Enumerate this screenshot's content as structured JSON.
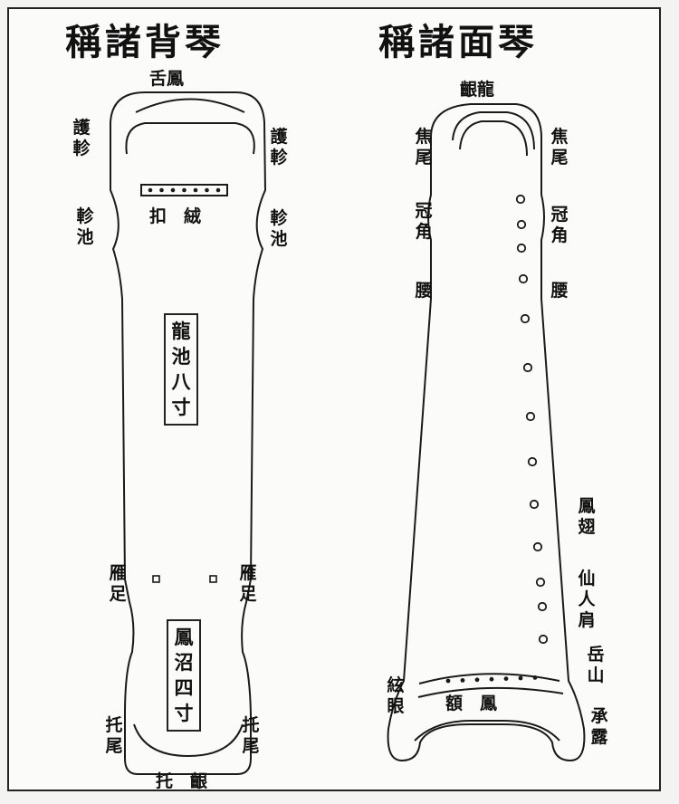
{
  "back": {
    "title": "稱諸背琴",
    "phoenix_tongue": "舌鳳",
    "protect_peg_left": "護軫",
    "protect_peg_right": "護軫",
    "peg_pool_left": "軫池",
    "peg_pool_right": "軫池",
    "string_knot": "扣　絨",
    "dragon_pool": "龍池八寸",
    "goose_foot_left": "雁足",
    "goose_foot_right": "雁足",
    "phoenix_pool": "鳳沼四寸",
    "tail_support_left": "托尾",
    "tail_support_right": "托尾",
    "tail_gum": "托　齦"
  },
  "front": {
    "title": "稱諸面琴",
    "dragon_gum": "齦龍",
    "scorched_tail_left": "焦尾",
    "scorched_tail_right": "焦尾",
    "crown_horn_left": "冠角",
    "crown_horn_right": "冠角",
    "waist_left": "腰",
    "waist_right": "腰",
    "phoenix_wing": "鳳翅",
    "immortal_shoulder": "仙人肩",
    "mountain": "岳山",
    "string_eye": "絃眼",
    "phoenix_forehead": "額　鳳",
    "dew_receiver": "承露"
  }
}
